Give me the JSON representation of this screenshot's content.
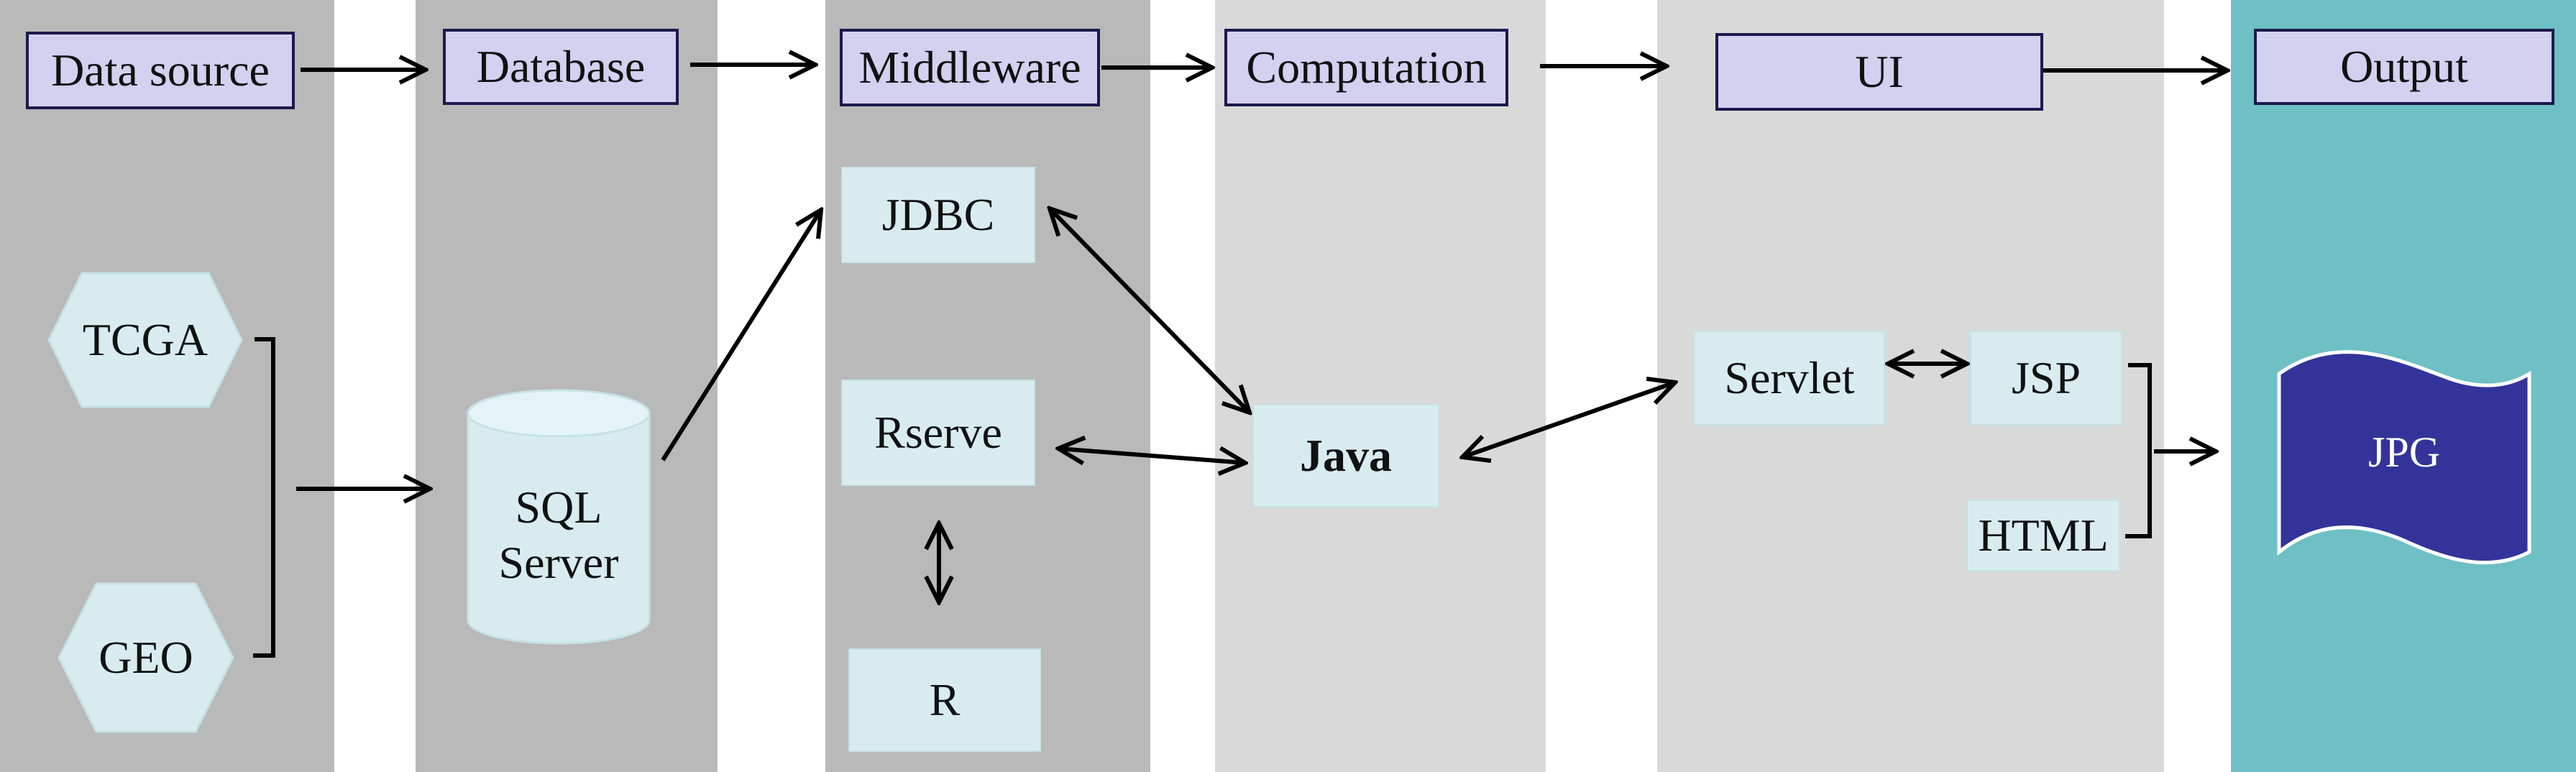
{
  "headers": {
    "data_source": "Data source",
    "database": "Database",
    "middleware": "Middleware",
    "computation": "Computation",
    "ui": "UI",
    "output": "Output"
  },
  "data_source": {
    "tcga": "TCGA",
    "geo": "GEO"
  },
  "database": {
    "sql_server_line1": "SQL",
    "sql_server_line2": "Server"
  },
  "middleware": {
    "jdbc": "JDBC",
    "rserve": "Rserve",
    "r": "R"
  },
  "computation": {
    "java": "Java"
  },
  "ui": {
    "servlet": "Servlet",
    "jsp": "JSP",
    "html": "HTML"
  },
  "output": {
    "jpg": "JPG"
  },
  "colors": {
    "column_dark": "#b9b9b9",
    "column_light": "#d9d9d9",
    "output_column": "#6ec0c4",
    "header_fill": "#d4d0f0",
    "node_fill": "#d8ecf0",
    "output_flag": "#33339a"
  }
}
